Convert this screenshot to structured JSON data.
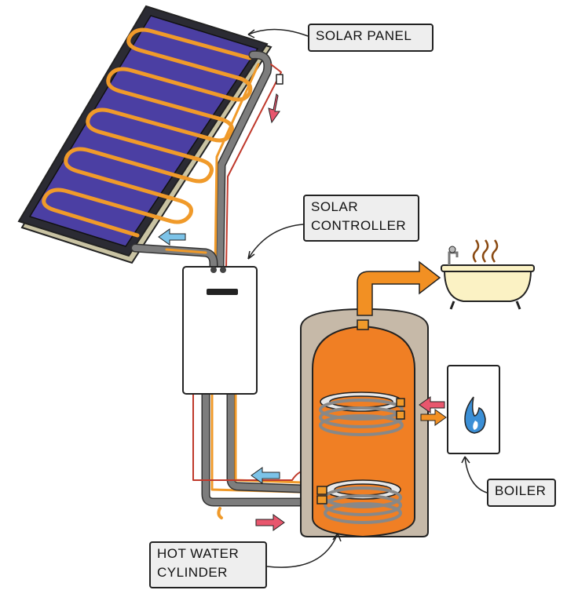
{
  "labels": {
    "solar_panel": "SOLAR PANEL",
    "solar_controller_line1": "SOLAR",
    "solar_controller_line2": "CONTROLLER",
    "boiler": "BOILER",
    "hot_water_cylinder_line1": "HOT WATER",
    "hot_water_cylinder_line2": "CYLINDER"
  },
  "colors": {
    "panel_frame": "#2b2b33",
    "panel_surface": "#4b3fa3",
    "panel_base": "#c9c3a3",
    "coil": "#f09a2a",
    "pipe_grey": "#7d7d7d",
    "wire_red": "#c0392b",
    "cylinder_shell": "#c6b9a8",
    "cylinder_inner": "#f07f24",
    "hot_arrow": "#f29023",
    "cold_arrow": "#7cc3e8",
    "return_arrow": "#e8566d",
    "flame": "#3b8fd6",
    "bath": "#fbf2c4"
  }
}
